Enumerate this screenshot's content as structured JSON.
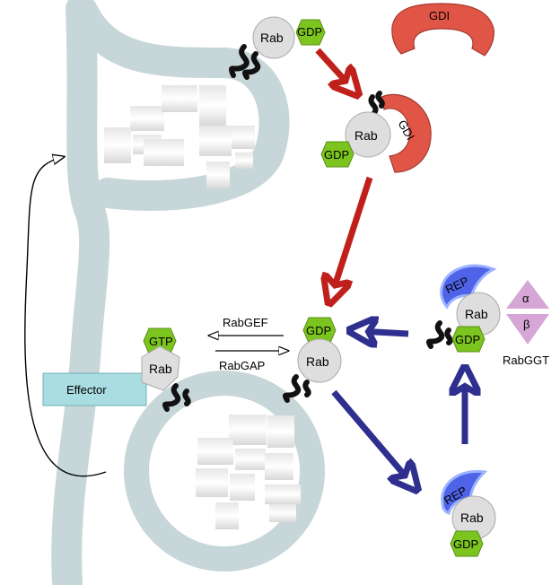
{
  "labels": {
    "gdi_free": "GDI",
    "gdi_bound": "GDI",
    "rab": "Rab",
    "gdp": "GDP",
    "gtp": "GTP",
    "rep": "REP",
    "effector": "Effector",
    "rabgef": "RabGEF",
    "rabgap": "RabGAP",
    "rabggt": "RabGGT",
    "alpha": "α",
    "beta": "β"
  },
  "colors": {
    "membrane": "#c7d6d8",
    "rab_fill": "#dedede",
    "gdp_fill": "#7cc41e",
    "gdi_fill": "#e15546",
    "rep_fill": "#4f63e8",
    "red_arrow": "#c0201c",
    "blue_arrow": "#2f2f8f",
    "effector_fill": "#a9dde2",
    "ggt_fill": "#d6a6d6"
  },
  "icons": [
    "lipid-anchor-icon",
    "hexagon-icon",
    "crescent-icon"
  ]
}
